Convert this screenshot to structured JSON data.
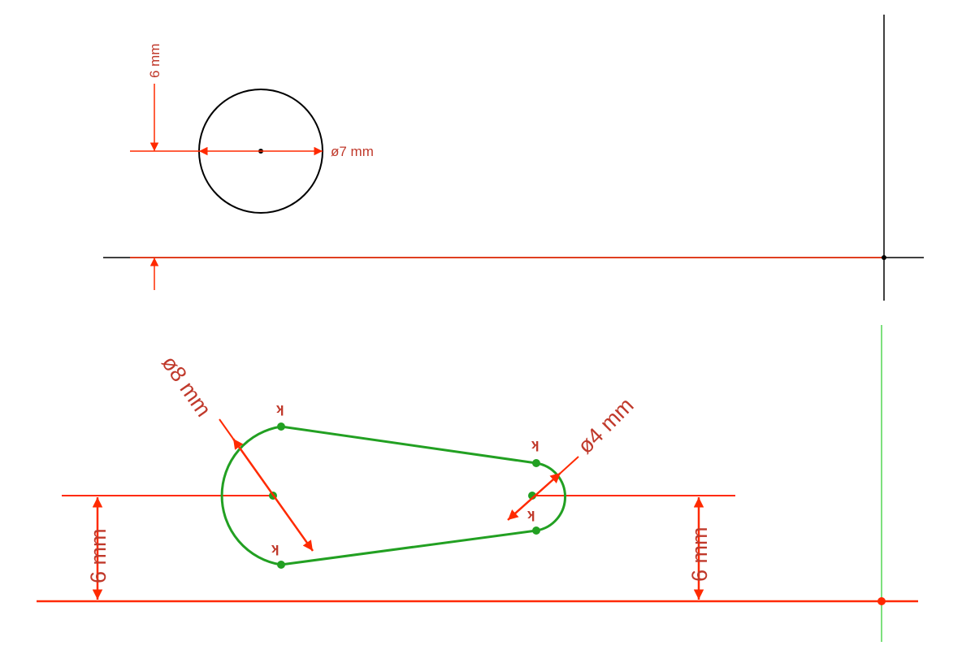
{
  "top_sketch": {
    "vertical_offset_label": "6 mm",
    "diameter_label": "ø7 mm"
  },
  "bottom_sketch": {
    "large_diameter_label": "ø8 mm",
    "small_diameter_label": "ø4 mm",
    "left_offset_label": "6 mm",
    "right_offset_label": "6 mm",
    "tangent_marker": "ʞ"
  },
  "colors": {
    "geometry": "#000000",
    "dimension": "#ff2a00",
    "dimension_text": "#c0392b",
    "slot": "#22a022",
    "axis_green": "#7de07d"
  }
}
